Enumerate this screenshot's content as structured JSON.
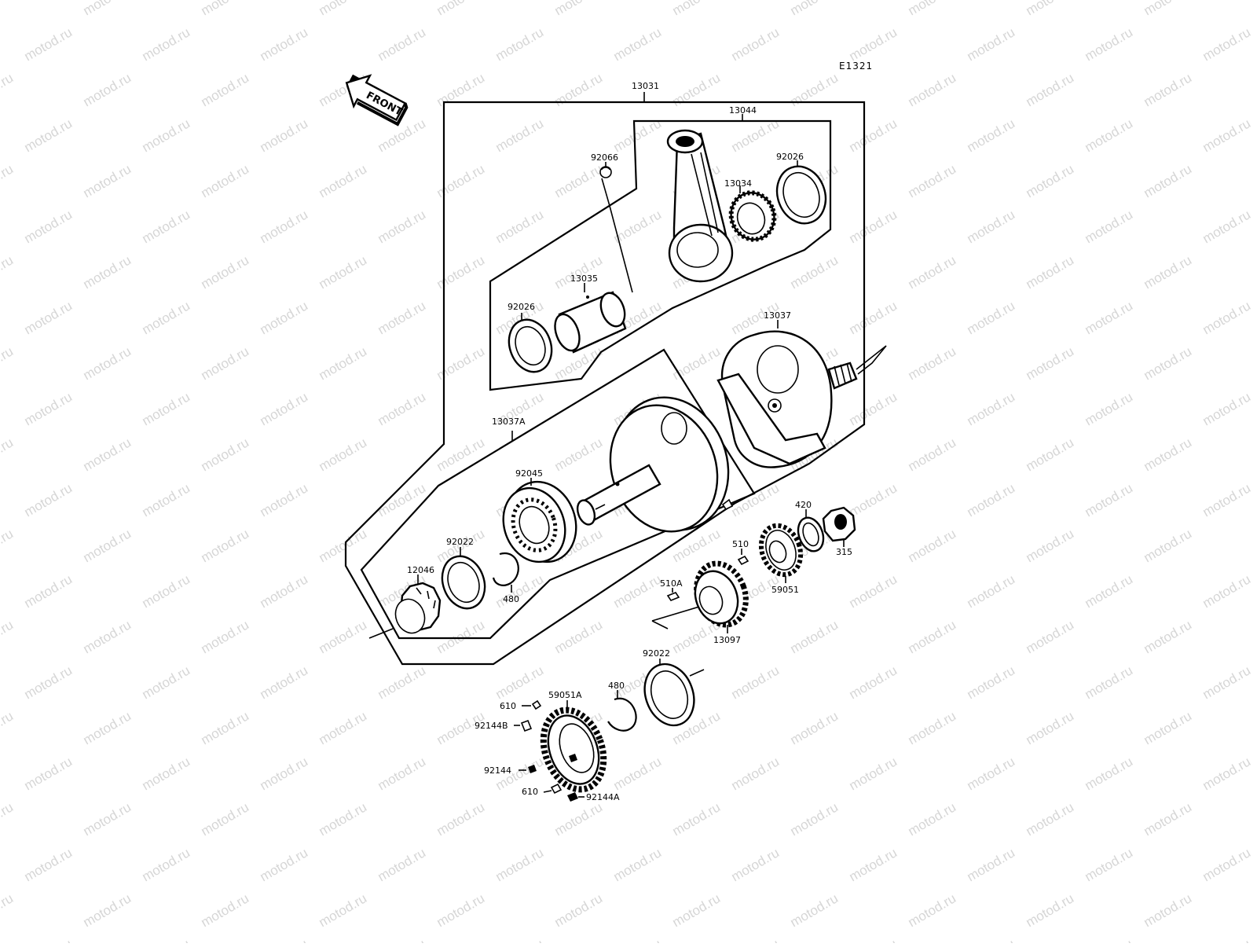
{
  "diagram_code": "E1321",
  "front_label": "FRONT",
  "watermark": "motod.ru",
  "parts": {
    "p13031": "13031",
    "p13044": "13044",
    "p92066": "92066",
    "p92026a": "92026",
    "p13034": "13034",
    "p13035": "13035",
    "p92026b": "92026",
    "p13037": "13037",
    "p13037A": "13037A",
    "p92045": "92045",
    "p92022a": "92022",
    "p12046": "12046",
    "p480a": "480",
    "p420": "420",
    "p315": "315",
    "p510": "510",
    "p59051": "59051",
    "p510A": "510A",
    "p13097": "13097",
    "p92022b": "92022",
    "p480b": "480",
    "p59051A": "59051A",
    "p610a": "610",
    "p92144B": "92144B",
    "p92144": "92144",
    "p610b": "610",
    "p92144A": "92144A"
  }
}
